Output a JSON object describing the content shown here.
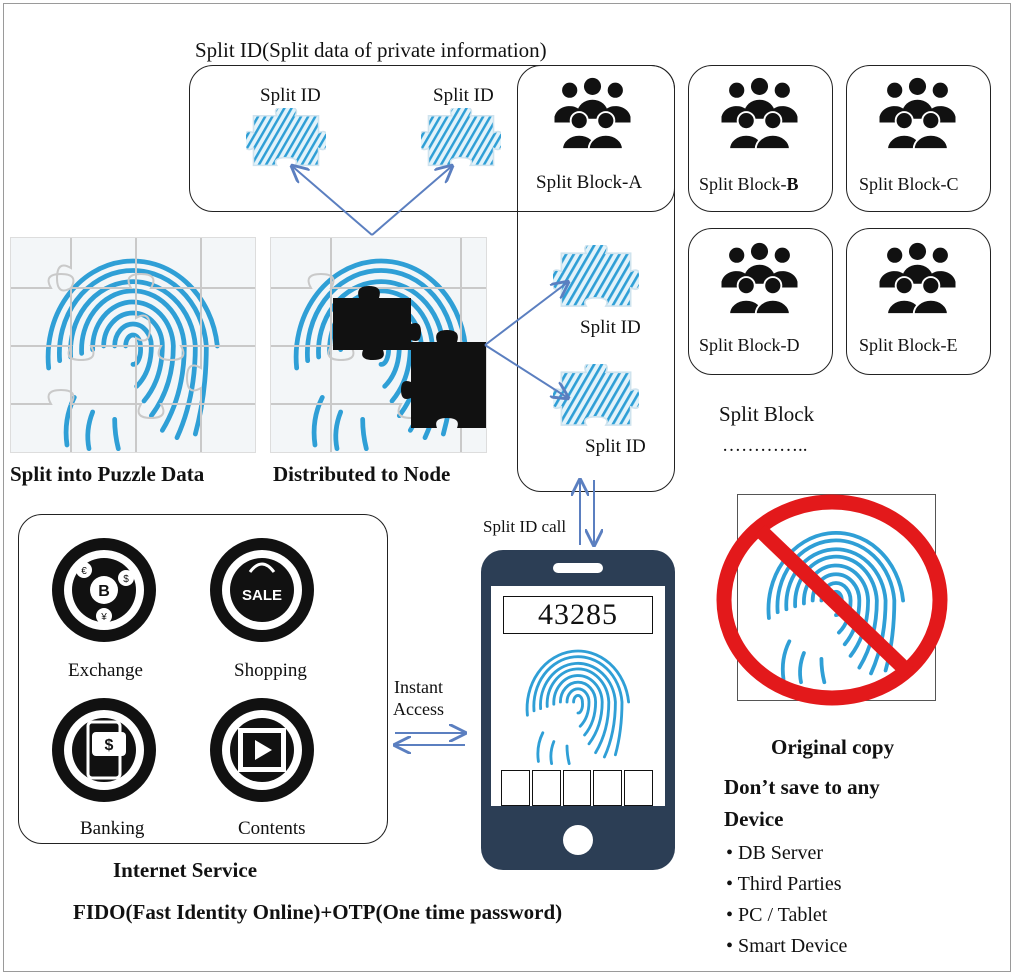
{
  "top": {
    "title": "Split ID(Split data of private information)",
    "piece_label_1": "Split ID",
    "piece_label_2": "Split ID"
  },
  "blocks": {
    "a": "Split Block-A",
    "b_prefix": "Split Block-",
    "b_bold": "B",
    "c": "Split Block-C",
    "d": "Split Block-D",
    "e": "Split Block-E",
    "more_label": "Split Block",
    "more_dots": "………….."
  },
  "node_pieces": {
    "label_1": "Split ID",
    "label_2": "Split ID"
  },
  "puzzle": {
    "split_caption": "Split into Puzzle Data",
    "distributed_caption": "Distributed to Node"
  },
  "services": {
    "items": [
      "Exchange",
      "Shopping",
      "Banking",
      "Contents"
    ],
    "sale_text": "SALE",
    "title": "Internet Service",
    "instant_access": "Instant\nAccess",
    "instant_line1": "Instant",
    "instant_line2": "Access"
  },
  "phone": {
    "call_label": "Split ID call",
    "otp_code": "43285"
  },
  "original": {
    "caption": "Original copy",
    "warning_line1": "Don’t save to any",
    "warning_line2": "Device",
    "list": [
      "DB Server",
      "Third Parties",
      "PC / Tablet",
      "Smart Device"
    ]
  },
  "footer": {
    "fido": "FIDO(Fast Identity Online)+OTP(One time password)"
  },
  "colors": {
    "fingerprint": "#2f9fd6",
    "fingerprint_bg": "#eaf6fb",
    "arrow": "#5b7fc0",
    "phone": "#2c3e55",
    "prohibit": "#e3191b"
  }
}
